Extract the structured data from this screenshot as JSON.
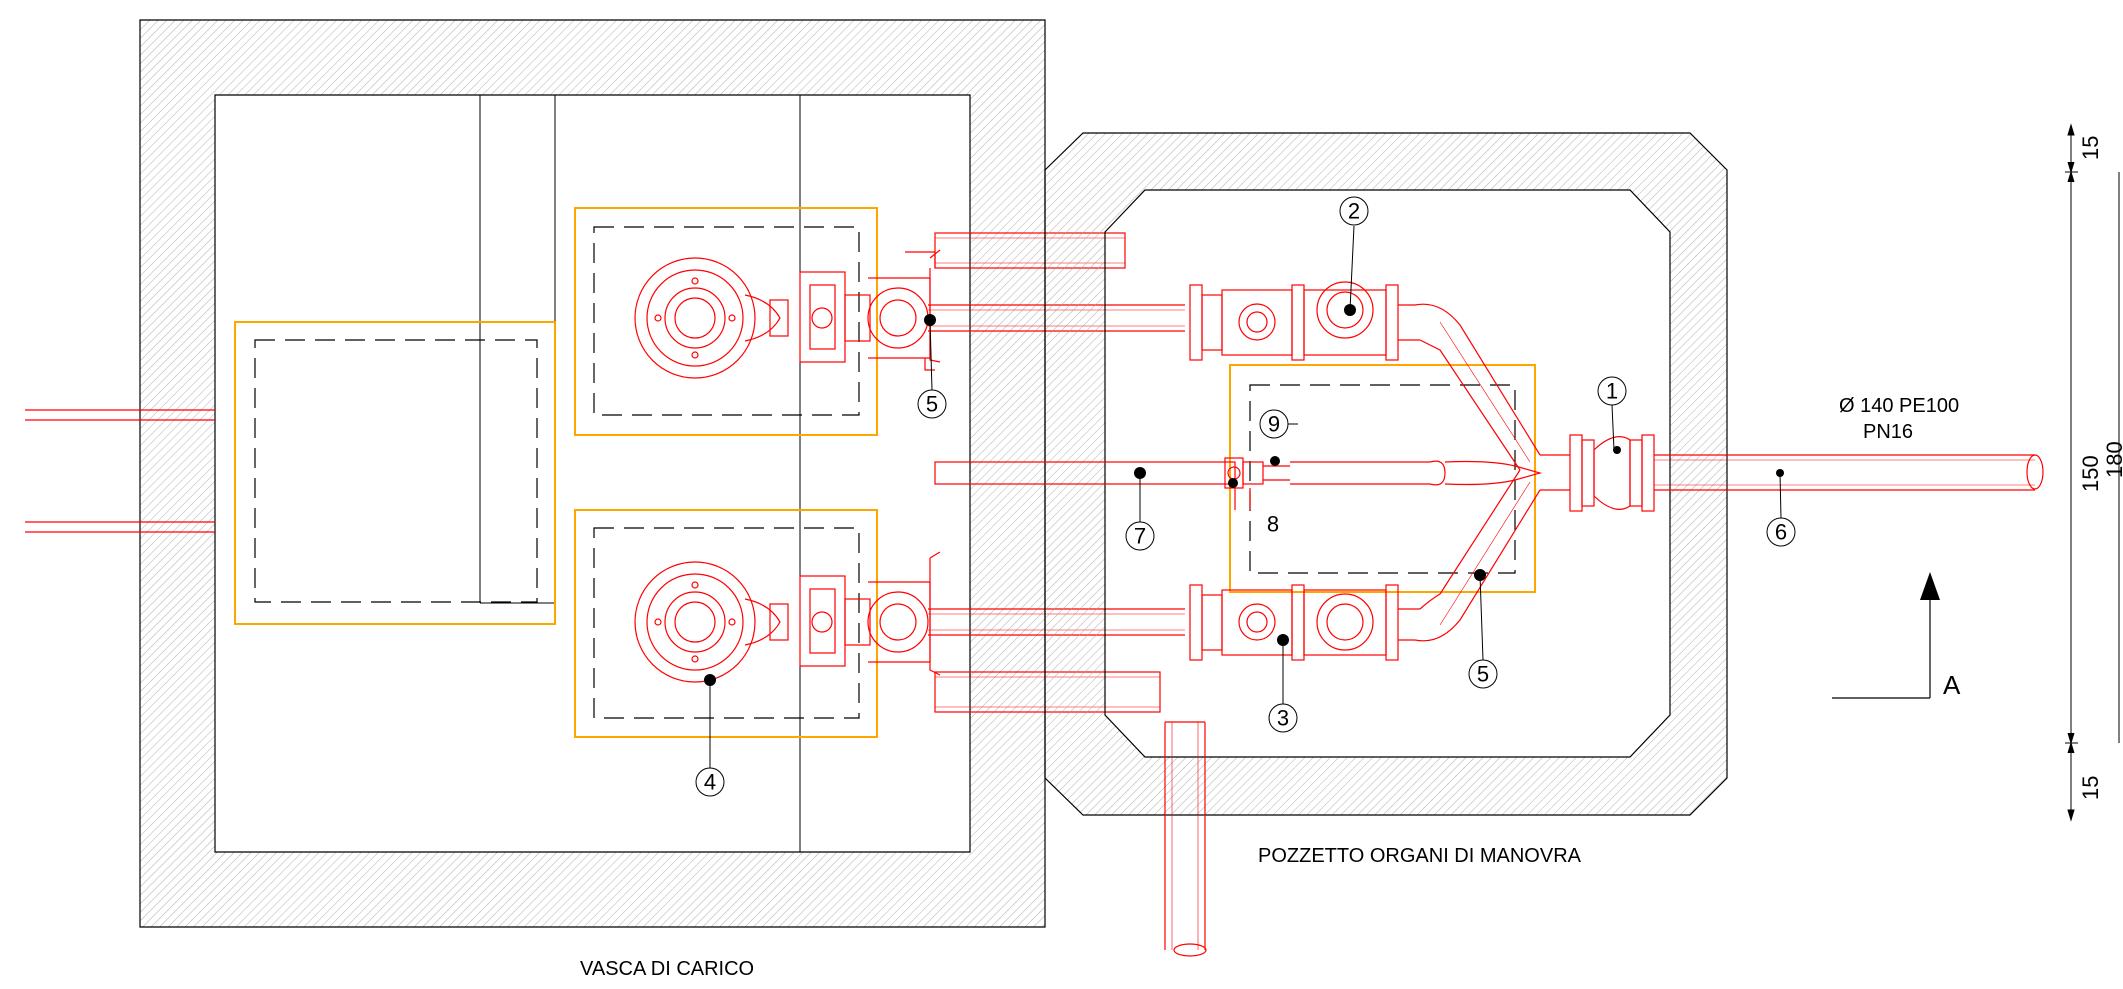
{
  "labels": {
    "vasca": "VASCA DI CARICO",
    "pozzetto": "POZZETTO ORGANI DI MANOVRA",
    "pipe_spec_line1": "Ø 140 PE100",
    "pipe_spec_line2": "PN16",
    "section_marker": "A"
  },
  "callouts": {
    "c1": "1",
    "c2": "2",
    "c3": "3",
    "c4": "4",
    "c5a": "5",
    "c5b": "5",
    "c6": "6",
    "c7": "7",
    "c8": "8",
    "c9": "9"
  },
  "dimensions": {
    "top": "15",
    "middle": "150",
    "total": "180",
    "bottom": "15"
  },
  "colors": {
    "pipe": "#ff0000",
    "yellow_box": "#ffa500",
    "hatch": "#888888",
    "line": "#000000"
  }
}
